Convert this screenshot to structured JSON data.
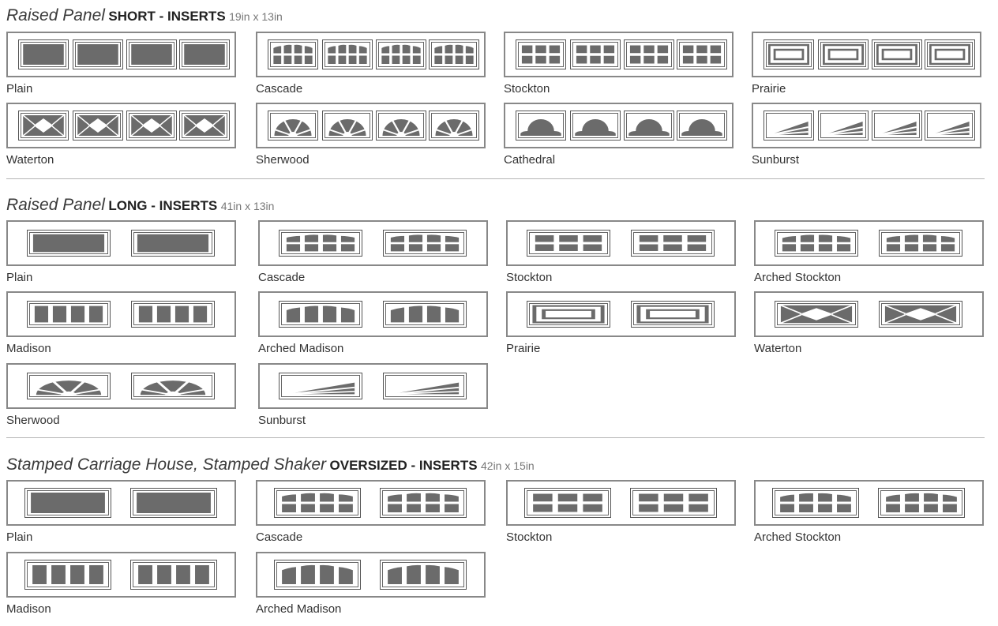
{
  "sections": [
    {
      "id": "short",
      "title_italic": "Raised Panel",
      "title_bold": "SHORT - INSERTS",
      "title_size": "19in x 13in",
      "items": [
        {
          "label": "Plain",
          "pattern": "plain"
        },
        {
          "label": "Cascade",
          "pattern": "cascade"
        },
        {
          "label": "Stockton",
          "pattern": "stockton"
        },
        {
          "label": "Prairie",
          "pattern": "prairie"
        },
        {
          "label": "Waterton",
          "pattern": "waterton"
        },
        {
          "label": "Sherwood",
          "pattern": "sherwood"
        },
        {
          "label": "Cathedral",
          "pattern": "cathedral"
        },
        {
          "label": "Sunburst",
          "pattern": "sunburst"
        }
      ]
    },
    {
      "id": "long",
      "title_italic": "Raised Panel",
      "title_bold": "LONG - INSERTS",
      "title_size": "41in x 13in",
      "items": [
        {
          "label": "Plain",
          "pattern": "plain"
        },
        {
          "label": "Cascade",
          "pattern": "cascade"
        },
        {
          "label": "Stockton",
          "pattern": "stockton"
        },
        {
          "label": "Arched Stockton",
          "pattern": "arched-stockton"
        },
        {
          "label": "Madison",
          "pattern": "madison"
        },
        {
          "label": "Arched Madison",
          "pattern": "arched-madison"
        },
        {
          "label": "Prairie",
          "pattern": "prairie"
        },
        {
          "label": "Waterton",
          "pattern": "waterton"
        },
        {
          "label": "Sherwood",
          "pattern": "sherwood"
        },
        {
          "label": "Sunburst",
          "pattern": "sunburst"
        }
      ]
    },
    {
      "id": "oversized",
      "title_italic": "Stamped Carriage House, Stamped Shaker",
      "title_bold": "OVERSIZED - INSERTS",
      "title_size": "42in x 15in",
      "items": [
        {
          "label": "Plain",
          "pattern": "plain"
        },
        {
          "label": "Cascade",
          "pattern": "cascade"
        },
        {
          "label": "Stockton",
          "pattern": "stockton"
        },
        {
          "label": "Arched Stockton",
          "pattern": "arched-stockton"
        },
        {
          "label": "Madison",
          "pattern": "madison"
        },
        {
          "label": "Arched Madison",
          "pattern": "arched-madison"
        }
      ]
    }
  ],
  "colors": {
    "fill": "#6b6b6b",
    "frame": "#888888",
    "window": "#555555"
  }
}
